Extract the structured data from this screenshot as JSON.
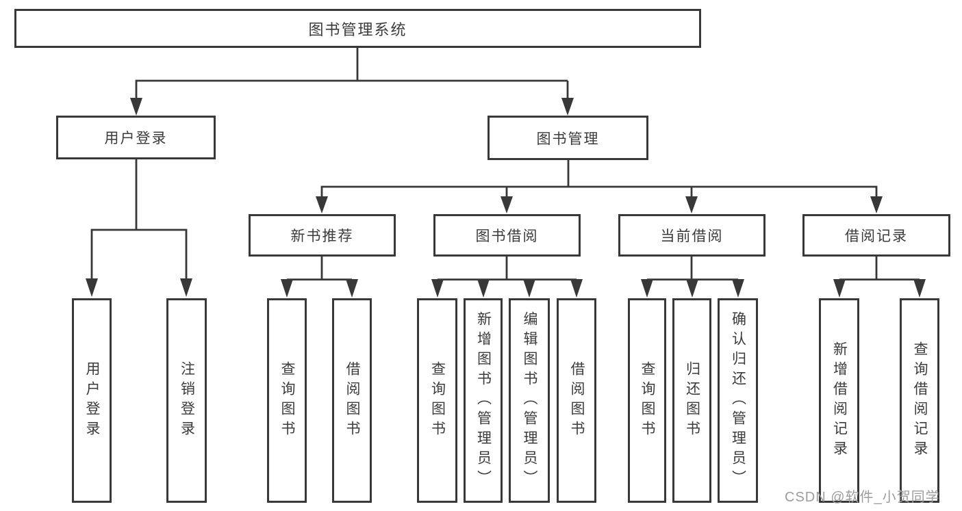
{
  "colors": {
    "background": "#ffffff",
    "line": "#383838",
    "box_border": "#383838",
    "text": "#3b3b3b",
    "watermark": "#9c9c9c"
  },
  "watermark": {
    "text": "CSDN @软件_小贺同学"
  },
  "diagram": {
    "type": "hierarchy-tree",
    "root": {
      "label": "图书管理系统"
    },
    "level1": [
      {
        "label": "用户登录"
      },
      {
        "label": "图书管理"
      }
    ],
    "level2": [
      {
        "label": "新书推荐"
      },
      {
        "label": "图书借阅"
      },
      {
        "label": "当前借阅"
      },
      {
        "label": "借阅记录"
      }
    ],
    "leaves": {
      "user_login": [
        {
          "label": "用户登录"
        },
        {
          "label": "注销登录"
        }
      ],
      "new_book": [
        {
          "label": "查询图书"
        },
        {
          "label": "借阅图书"
        }
      ],
      "book_borrow": [
        {
          "label": "查询图书"
        },
        {
          "label": "新增图书（管理员）"
        },
        {
          "label": "编辑图书（管理员）"
        },
        {
          "label": "借阅图书"
        }
      ],
      "current_borrow": [
        {
          "label": "查询图书"
        },
        {
          "label": "归还图书"
        },
        {
          "label": "确认归还（管理员）"
        }
      ],
      "borrow_record": [
        {
          "label": "新增借阅记录"
        },
        {
          "label": "查询借阅记录"
        }
      ]
    }
  }
}
